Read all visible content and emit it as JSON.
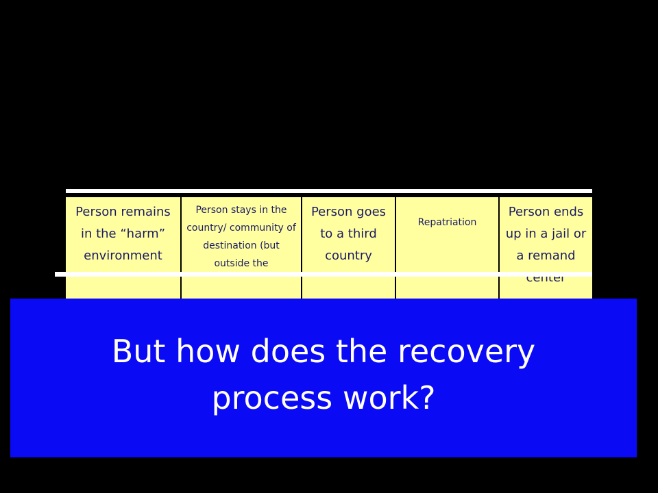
{
  "table": {
    "columns": [
      "Person remains in the “harm” environment",
      "Person stays in the country/ community of destination (but outside the",
      "Person goes to a third country",
      "Repatriation",
      "Person ends up in a jail or a remand center"
    ]
  },
  "banner": {
    "text": "But how does the recovery process work?",
    "background_color": "#0a0af5",
    "text_color": "#ffffff"
  },
  "colors": {
    "slide_background": "#000000",
    "cell_background": "#ffffa0",
    "cell_text": "#1a1a66",
    "rule": "#ffffff"
  }
}
